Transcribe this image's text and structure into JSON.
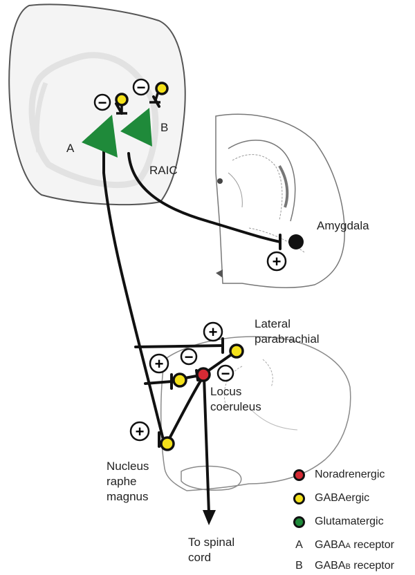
{
  "diagram": {
    "labels": {
      "receptor_a": "A",
      "receptor_b": "B",
      "raic": "RAIC",
      "amygdala": "Amygdala",
      "lateral_parabrachial": [
        "Lateral",
        "parabrachial"
      ],
      "locus_coeruleus": [
        "Locus",
        "coeruleus"
      ],
      "nucleus_raphe_magnus": [
        "Nucleus",
        "raphe",
        "magnus"
      ],
      "to_spinal_cord": [
        "To spinal",
        "cord"
      ]
    },
    "signs": {
      "plus": "+",
      "minus": "−"
    }
  },
  "legend": {
    "colors": [
      {
        "label": "Noradrenergic",
        "color": "#d52a34"
      },
      {
        "label": "GABAergic",
        "color": "#f4e11b"
      },
      {
        "label": "Glutamatergic",
        "color": "#1f8a3a"
      }
    ],
    "receptors": [
      {
        "key": "A",
        "name": "GABA",
        "sub": "A",
        "suffix": " receptor"
      },
      {
        "key": "B",
        "name": "GABA",
        "sub": "B",
        "suffix": " receptor"
      }
    ]
  },
  "colors": {
    "noradrenergic": "#d52a34",
    "gabaergic": "#f4e11b",
    "glutamatergic": "#1f8a3a",
    "section_fill": "#f2f2f2",
    "outline": "#555555"
  }
}
